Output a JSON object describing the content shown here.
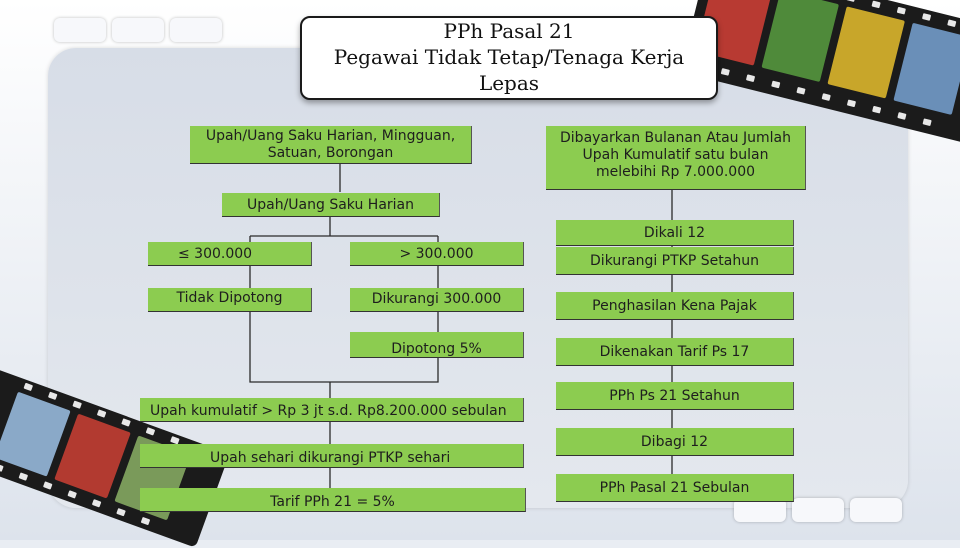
{
  "title": {
    "line1": "PPh Pasal 21",
    "line2": "Pegawai Tidak Tetap/Tenaga Kerja",
    "line3": "Lepas"
  },
  "left": {
    "upah_types": "Upah/Uang Saku Harian, Mingguan, Satuan, Borongan",
    "upah_harian": "Upah/Uang Saku Harian",
    "le_300": "≤ 300.000",
    "gt_300": "> 300.000",
    "tidak_dipotong": "Tidak Dipotong",
    "dikurangi_300": "Dikurangi 300.000",
    "dipotong_5": "Dipotong 5%",
    "upah_kumulatif": "Upah kumulatif > Rp 3 jt s.d. Rp8.200.000 sebulan",
    "upah_sehari": "Upah sehari dikurangi PTKP sehari",
    "tarif": "Tarif PPh 21 = 5%"
  },
  "right": {
    "dibayarkan": "Dibayarkan Bulanan Atau Jumlah Upah Kumulatif satu bulan melebihi Rp 7.000.000",
    "dikali": "Dikali 12",
    "dikurangi_ptkp": "Dikurangi PTKP Setahun",
    "penghasilan": "Penghasilan Kena Pajak",
    "dikenakan": "Dikenakan Tarif Ps 17",
    "pph_setahun": "PPh Ps 21 Setahun",
    "dibagi": "Dibagi 12",
    "pph_sebulan": "PPh Pasal 21 Sebulan"
  },
  "colors": {
    "box": "#8ccc50",
    "line": "#2b2b2b"
  }
}
